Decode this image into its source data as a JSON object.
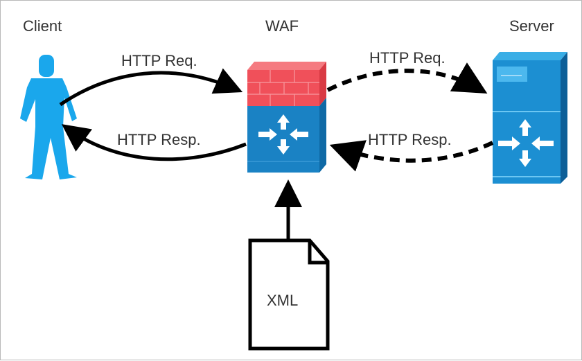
{
  "nodes": {
    "client": {
      "label": "Client",
      "color": "#1aa7ec"
    },
    "waf": {
      "label": "WAF",
      "wall_color": "#f0505a",
      "body_color": "#1a82c4"
    },
    "server": {
      "label": "Server",
      "color": "#1c8fd2"
    },
    "xml": {
      "label": "XML"
    }
  },
  "edges": [
    {
      "id": "client-to-waf",
      "label": "HTTP Req.",
      "style": "solid"
    },
    {
      "id": "waf-to-client",
      "label": "HTTP Resp.",
      "style": "solid"
    },
    {
      "id": "waf-to-server",
      "label": "HTTP Req.",
      "style": "dashed"
    },
    {
      "id": "server-to-waf",
      "label": "HTTP Resp.",
      "style": "dashed"
    },
    {
      "id": "xml-to-waf",
      "label": "",
      "style": "solid"
    }
  ]
}
